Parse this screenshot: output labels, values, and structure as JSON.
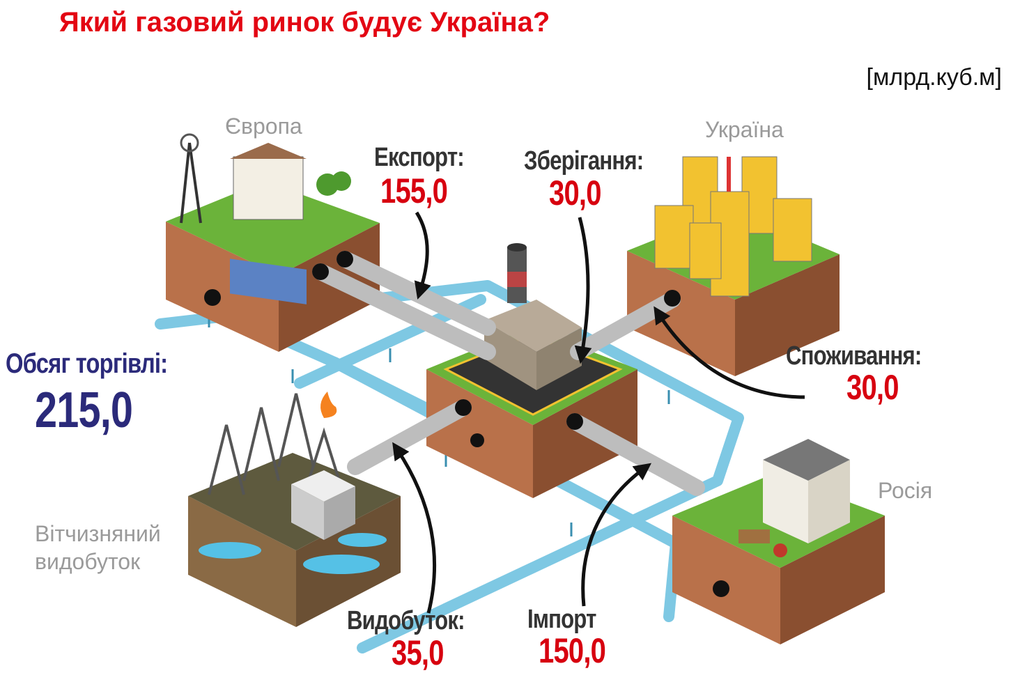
{
  "title": "Який газовий ринок будує Україна?",
  "unit": "[млрд.куб.м]",
  "regions": {
    "europe": "Європа",
    "ukraine": "Україна",
    "russia": "Росія",
    "domestic_line1": "Вітчизняний",
    "domestic_line2": "видобуток"
  },
  "flows": {
    "export": {
      "label": "Експорт:",
      "value": "155,0"
    },
    "storage": {
      "label": "Зберігання:",
      "value": "30,0"
    },
    "consumption": {
      "label": "Споживання:",
      "value": "30,0"
    },
    "production": {
      "label": "Видобуток:",
      "value": "35,0"
    },
    "import": {
      "label": "Імпорт",
      "value": "150,0"
    },
    "trade": {
      "label": "Обсяг торгівлі:",
      "value": "215,0"
    }
  },
  "colors": {
    "title": "#e30613",
    "values": "#d7000f",
    "trade": "#2b2a7a",
    "pipe": "#7ec8e3"
  }
}
